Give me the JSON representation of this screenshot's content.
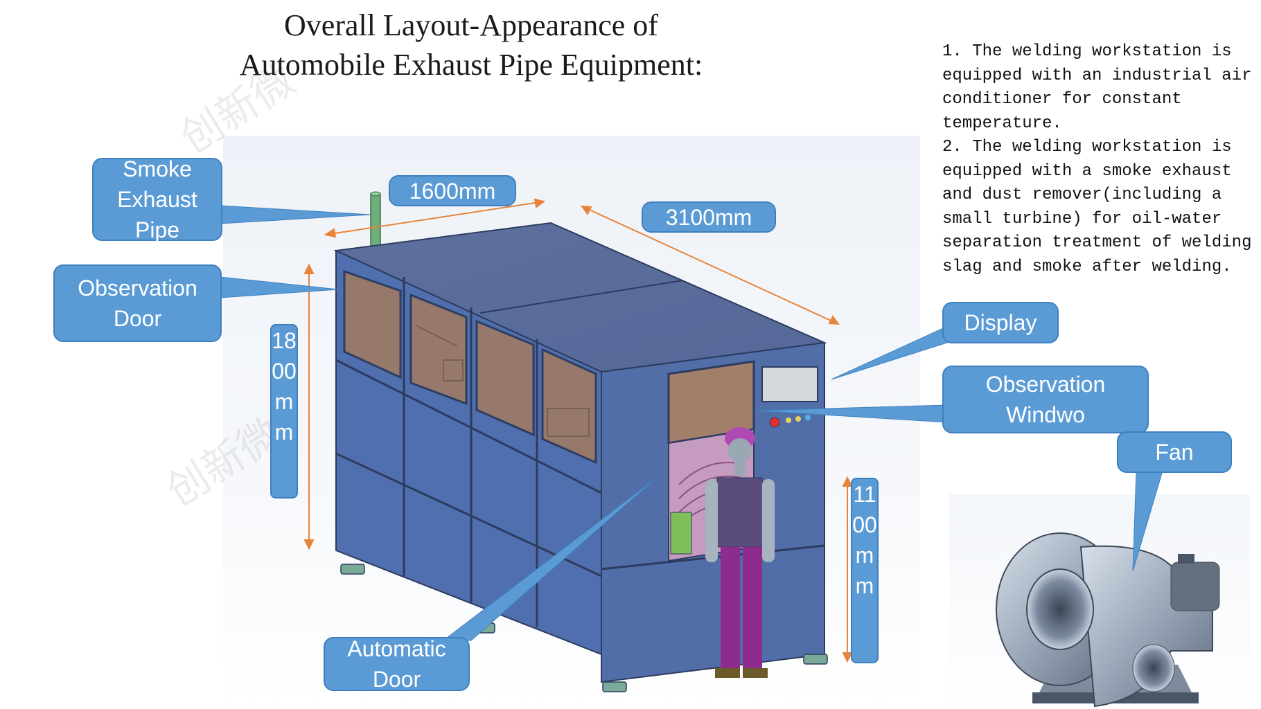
{
  "title": {
    "line1": "Overall Layout-Appearance of",
    "line2": "Automobile Exhaust Pipe Equipment:"
  },
  "notes": {
    "item1": "1. The welding workstation is equipped with an industrial air conditioner for constant temperature.",
    "item2": "2. The welding workstation is equipped with a smoke exhaust and dust remover(including a small turbine) for oil-water separation treatment of welding slag and smoke after welding."
  },
  "callouts": {
    "smoke_exhaust_pipe": "Smoke\nExhaust\nPipe",
    "observation_door": "Observation\nDoor",
    "display": "Display",
    "observation_window": "Observation\nWindwo",
    "fan": "Fan",
    "automatic_door": "Automatic\nDoor"
  },
  "dimensions": {
    "width": "1600mm",
    "length": "3100mm",
    "height": "1800mm",
    "operating_height": "1100mm"
  },
  "colors": {
    "callout_fill": "#5b9bd5",
    "dimension_line": "#e8843a",
    "panel_blue": "#4f6fae"
  },
  "watermark": "创新微"
}
